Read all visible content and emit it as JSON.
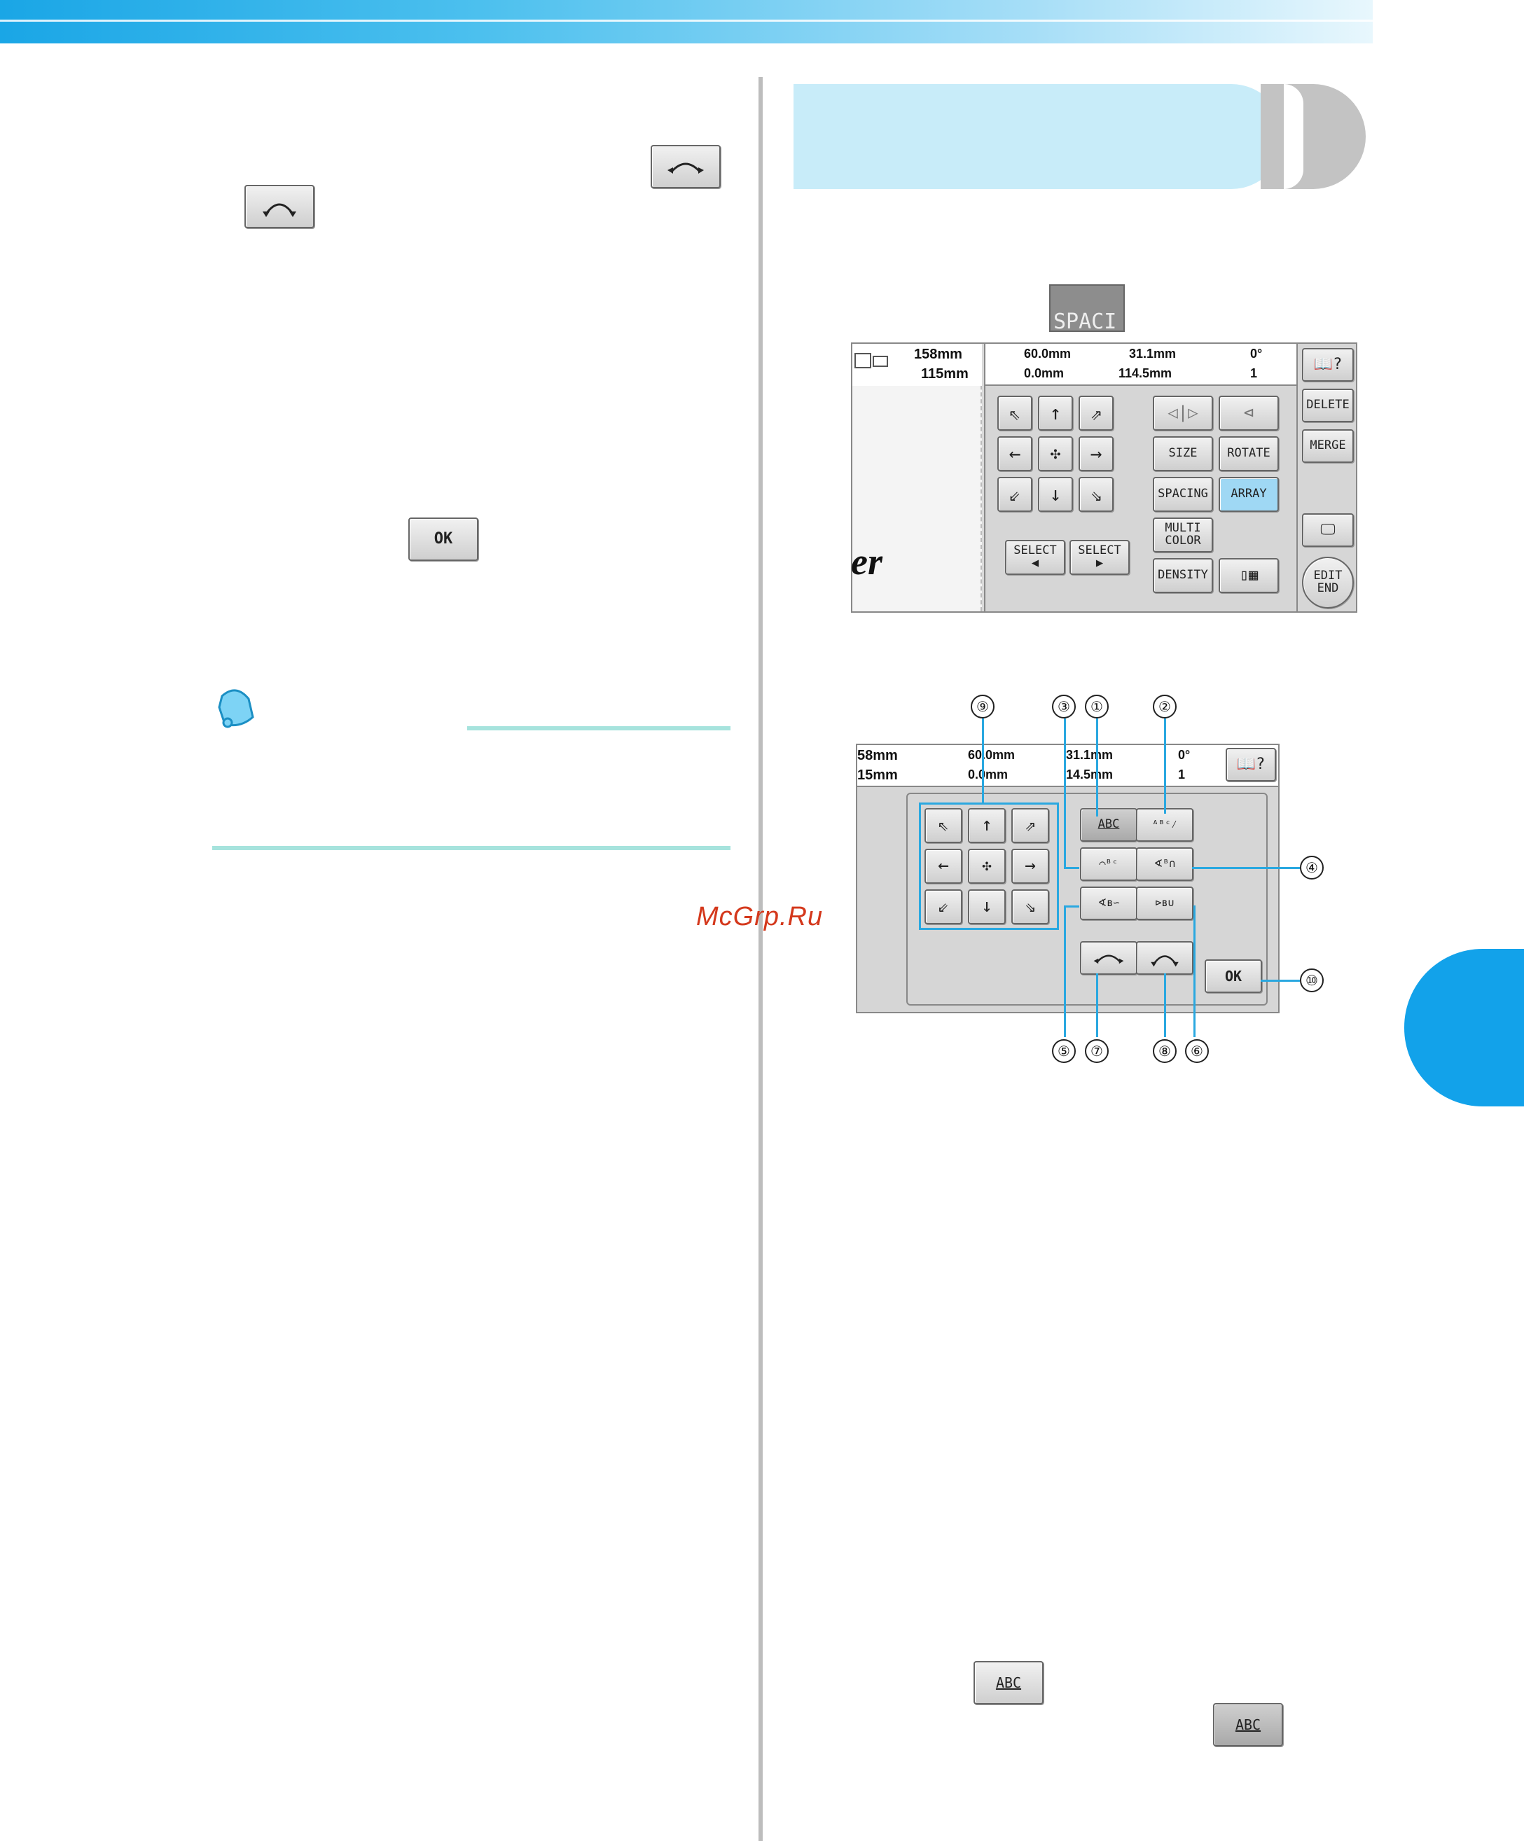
{
  "left_column": {
    "inline_icon_1": "arc-left-right-icon",
    "inline_icon_2": "arc-curve-icon",
    "ok_label": "OK",
    "memo_icon": "bell-memo-icon"
  },
  "right_column": {
    "spacing_label": "SPACI",
    "screen1": {
      "dims_v": "158mm",
      "dims_h": "115mm",
      "h_val": "60.0mm",
      "w_val": "0.0mm",
      "h2_val": "31.1mm",
      "w2_val": "114.5mm",
      "angle": "0°",
      "count": "1",
      "buttons": {
        "size": "SIZE",
        "rotate": "ROTATE",
        "spacing": "SPACING",
        "array": "ARRAY",
        "multi_color": "MULTI COLOR",
        "density": "DENSITY",
        "select_left": "SELECT",
        "select_right": "SELECT",
        "delete": "DELETE",
        "merge": "MERGE",
        "edit_end": "EDIT END"
      },
      "fragment_text": "er"
    },
    "screen2": {
      "dims_v": "58mm",
      "dims_h": "15mm",
      "h_val": "60.0mm",
      "w_val": "0.0mm",
      "h2_val": "31.1mm",
      "w2_val": "14.5mm",
      "angle": "0°",
      "count": "1",
      "abc_label": "ABC",
      "ok_label": "OK",
      "callouts": {
        "c1": "①",
        "c2": "②",
        "c3": "③",
        "c4": "④",
        "c5": "⑤",
        "c6": "⑥",
        "c7": "⑦",
        "c8": "⑧",
        "c9": "⑨",
        "c10": "⑩"
      }
    },
    "bottom_abc_1": "ABC",
    "bottom_abc_2": "ABC"
  },
  "watermark": "McGrp.Ru",
  "colors": {
    "banner_start": "#1aa6e6",
    "heading_fill": "#c8ecf9",
    "accent_blue": "#12a2ea",
    "active_button": "#9fd8f4",
    "watermark": "#d4381c"
  }
}
